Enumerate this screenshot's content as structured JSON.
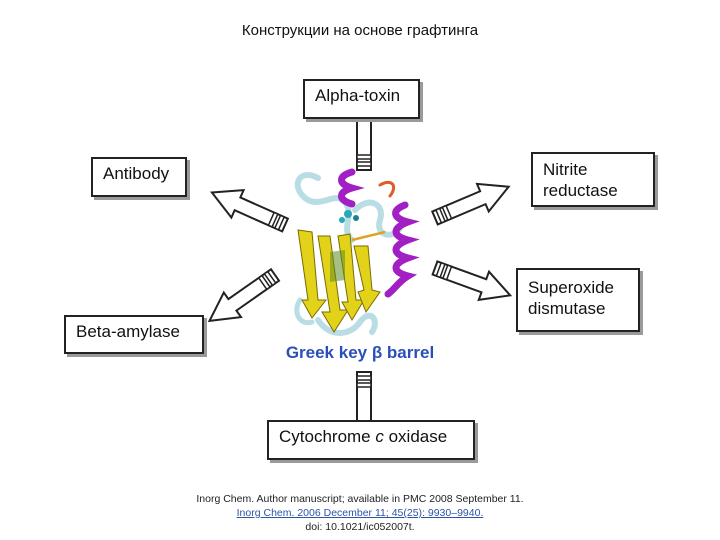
{
  "title": "Конструкции на основе графтинга",
  "center_label": "Greek key β barrel",
  "boxes": {
    "alpha_toxin": "Alpha-toxin",
    "antibody": "Antibody",
    "nitrite_line1": "Nitrite",
    "nitrite_line2": "reductase",
    "superoxide_line1": "Superoxide",
    "superoxide_line2": "dismutase",
    "beta_amylase": "Beta-amylase",
    "cytochrome_pre": "Cytochrome ",
    "cytochrome_italic": "c",
    "cytochrome_post": " oxidase"
  },
  "footer": {
    "line1": "Inorg Chem. Author manuscript; available in PMC 2008 September 11.",
    "line2": "Inorg Chem. 2006 December 11; 45(25): 9930–9940.",
    "line3": "doi: 10.1021/ic052007t."
  },
  "colors": {
    "strand": "#e2d21a",
    "helix": "#a21fc4",
    "coil": "#b9dde4",
    "label": "#2b4fb8"
  }
}
